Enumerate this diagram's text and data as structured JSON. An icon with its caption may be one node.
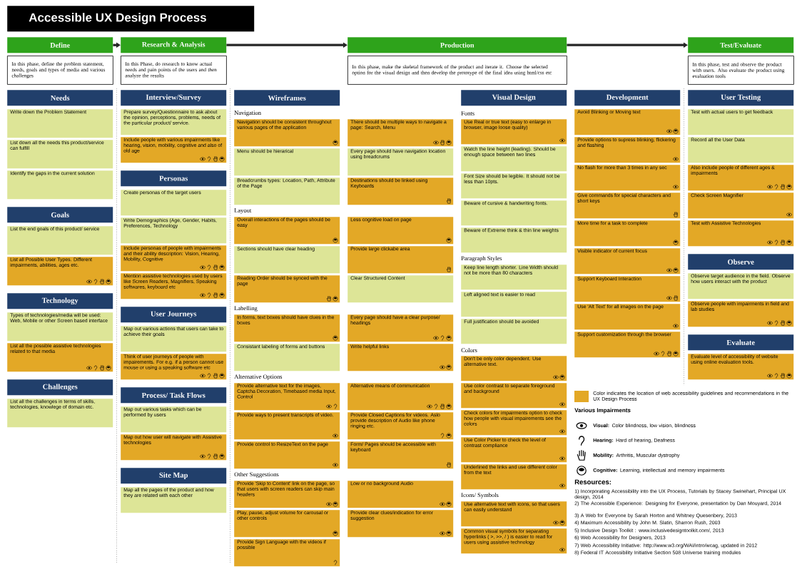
{
  "diagram": {
    "title": "Accessible UX Design Process",
    "nodes": [
      {
        "text": [
          "Define"
        ]
      },
      {
        "text": [
          "In this phase, define the problem statement, needs, goals and types of media and various challenges"
        ]
      },
      {
        "text": [
          "Research & Analysis"
        ]
      },
      {
        "text": [
          "In this Phase, do research to know actual needs and pain points of the users and then analyze the results"
        ]
      },
      {
        "text": [
          "Production"
        ]
      },
      {
        "text": [
          "In this phase, make the skeletal framework of the product and iterate it. Choose the selected option for the visual design and then develop the prototype of the final idea using html/css etc"
        ]
      },
      {
        "text": [
          "Test/Evaluate"
        ]
      },
      {
        "text": [
          "In this phase, test and observe the product with users. Also evaluate the product using evaluation tools"
        ]
      },
      {
        "text": [
          "Needs"
        ]
      },
      {
        "text": [
          "Write down the Problem Statement"
        ]
      },
      {
        "text": [
          "List down all the needs this product/service can fulfill"
        ]
      },
      {
        "text": [
          "Identify the gaps in the current solution"
        ]
      },
      {
        "text": [
          "Goals"
        ]
      },
      {
        "text": [
          "List the end goals of this product/ service"
        ]
      },
      {
        "text": [
          "List all Possible User Types. Different impairments, abilities, ages etc."
        ]
      },
      {
        "text": [
          "Technology"
        ]
      },
      {
        "text": [
          "Types of technologies/media will be used: Web, Mobile or other Screen based interface"
        ]
      },
      {
        "text": [
          "List all the possible assistive technologies related to that media"
        ]
      },
      {
        "text": [
          "Challenges"
        ]
      },
      {
        "text": [
          "List all the challenges in terms of skills, technologies, knowlege of domain etc."
        ]
      },
      {
        "text": [
          "Interview/Survey"
        ]
      },
      {
        "text": [
          "Prepare survey/Questionnaire to ask about the opinion, perceptions, problems, needs of the particular product/ service."
        ]
      },
      {
        "text": [
          "Include people with various impairments like hearing, vision, mobility, cognitive and also of old age"
        ]
      },
      {
        "text": [
          "Personas"
        ]
      },
      {
        "text": [
          "Create personas of the target users"
        ]
      },
      {
        "text": [
          "Write Demographics (Age, Gender, Habits, Preferences, Technology"
        ]
      },
      {
        "text": [
          "Include personas of people with impairments and their ability description: Vision, Hearing, Mobility, Cognitive"
        ]
      },
      {
        "text": [
          "Mention assistive technologies used by users like Screen Readers, Magnifiers, Speaking softwares, keyboard etc"
        ]
      },
      {
        "text": [
          "User Journeys"
        ]
      },
      {
        "text": [
          "Map out various actions that users can take to achieve their goals"
        ]
      },
      {
        "text": [
          "Think of user journeys of people with impairements. For e.g. if a person cannot use mouse or using a speaking software etc"
        ]
      },
      {
        "text": [
          "Process/ Task Flows"
        ]
      },
      {
        "text": [
          "Map out various tasks which can be performed by users"
        ]
      },
      {
        "text": [
          "Map out how user will navigate with Assistive technologies"
        ]
      },
      {
        "text": [
          "Site Map"
        ]
      },
      {
        "text": [
          "Map all the pages of the product and how they are related with each other"
        ]
      },
      {
        "text": [
          "Wireframes"
        ]
      },
      {
        "text": [
          "Navigation should be consistent throughout various pages of the application"
        ]
      },
      {
        "text": [
          "There should be multiple ways to navigate a page: Search, Menu"
        ]
      },
      {
        "text": [
          "Menu should be hierarical"
        ]
      },
      {
        "text": [
          "Every page should have navigation location using breadcrums"
        ]
      },
      {
        "text": [
          "Breadcrumbs types: Location, Path, Attribute of the Page"
        ]
      },
      {
        "text": [
          "Destinations should be linked using Keyboards"
        ]
      },
      {
        "text": [
          "Overall interactions of the pages should be easy"
        ]
      },
      {
        "text": [
          "Less cognitive load on page"
        ]
      },
      {
        "text": [
          "Sections should have clear heading"
        ]
      },
      {
        "text": [
          "Provide large clickabe area"
        ]
      },
      {
        "text": [
          "Reading Order should be synced with the page"
        ]
      },
      {
        "text": [
          "Clear Structured Content"
        ]
      },
      {
        "text": [
          "In forms, text boxes should have clues in the boxes"
        ]
      },
      {
        "text": [
          "Every page should have a clear purpose/ headings"
        ]
      },
      {
        "text": [
          "Consistant labeling of forms and buttons"
        ]
      },
      {
        "text": [
          "Write helpful links"
        ]
      },
      {
        "text": [
          "Provide alternative text for the images, Captcha Decoration, Timebased media Input, Control"
        ]
      },
      {
        "text": [
          "Alternative means of communication"
        ]
      },
      {
        "text": [
          "Provide ways to present transcripts of video."
        ]
      },
      {
        "text": [
          "Provide Closed Captions for videos. Aslo provide description of Audio like phone ringing etc."
        ]
      },
      {
        "text": [
          "Provide control to ResizeText on the page"
        ]
      },
      {
        "text": [
          "Form/ Pages should be accessible with keyboard"
        ]
      },
      {
        "text": [
          "Provide 'Skip to Content' link on the page, so that users with screen readers can skip main headers"
        ]
      },
      {
        "text": [
          "Low or no background Audio"
        ]
      },
      {
        "text": [
          "Play, pause, adjust volume for carousal or other controls"
        ]
      },
      {
        "text": [
          "Provide clear clues/indication for error suggestion"
        ]
      },
      {
        "text": [
          "Provide Sign Language with the videos if possible"
        ]
      },
      {
        "text": [
          "Visual Design"
        ]
      },
      {
        "text": [
          "Use Real or true text (easy to enlarge in browser, image loose quality)"
        ]
      },
      {
        "text": [
          "Watch the line height (leading). Should be enough space between two lines"
        ]
      },
      {
        "text": [
          "Font Size should be legible. It should not be less than 10pts."
        ]
      },
      {
        "text": [
          "Beware of cursive & handwriting fonts."
        ]
      },
      {
        "text": [
          "Beware of Extreme think & thin line weights"
        ]
      },
      {
        "text": [
          "Keep line length shorter. Line Width should not be more than 80 characters"
        ]
      },
      {
        "text": [
          "Left aligned text is easier to read"
        ]
      },
      {
        "text": [
          "Full justification should be avoided"
        ]
      },
      {
        "text": [
          "Don't be only color dependent. Use alternative text."
        ]
      },
      {
        "text": [
          "Use color contrast to separate foreground and background"
        ]
      },
      {
        "text": [
          "Check colors for impairments option to check how people with visual impairements see the colors"
        ]
      },
      {
        "text": [
          "Use Color Picker to check the level of contrast compliance"
        ]
      },
      {
        "text": [
          "Underlined the links and use different color from the text"
        ]
      },
      {
        "text": [
          "Use alternative text with icons, so that users can easily understand"
        ]
      },
      {
        "text": [
          "Common visual symbols for separating hyperlinks ( >, >>, / ) is easier to read for users using assistive technology"
        ]
      },
      {
        "text": [
          "Development"
        ]
      },
      {
        "text": [
          "Avoid Blinking or Moving text"
        ]
      },
      {
        "text": [
          "Provide options to supress blinking, flickering and flashing"
        ]
      },
      {
        "text": [
          "No flash for more than 3 times in any sec"
        ]
      },
      {
        "text": [
          "Give commands for special characters and short keys"
        ]
      },
      {
        "text": [
          "More time for a task to complete"
        ]
      },
      {
        "text": [
          "Visible indicator of current focus"
        ]
      },
      {
        "text": [
          "Support Keyboard Interaction"
        ]
      },
      {
        "text": [
          "Use 'Alt Text' for all images on the page"
        ]
      },
      {
        "text": [
          "Support customization through the browser"
        ]
      },
      {
        "text": [
          "User Testing"
        ]
      },
      {
        "text": [
          "Test with actual users to get feedback"
        ]
      },
      {
        "text": [
          "Record all the User Data"
        ]
      },
      {
        "text": [
          "Also include people of different ages & impairments"
        ]
      },
      {
        "text": [
          "Check Screen Magnifier"
        ]
      },
      {
        "text": [
          "Test with Assistive Technologies"
        ]
      },
      {
        "text": [
          "Observe"
        ]
      },
      {
        "text": [
          "Observe target audience in the field. Observe how users interact with the product"
        ]
      },
      {
        "text": [
          "Observe people with impairments in field and lab studies"
        ]
      },
      {
        "text": [
          "Evaluate"
        ]
      },
      {
        "text": [
          "Evaluate level of accessibility of website using online evaluation tools."
        ]
      }
    ],
    "edges": [
      {
        "from": 0,
        "to": 2,
        "arrow": "to"
      },
      {
        "from": 2,
        "to": 4,
        "arrow": "to"
      },
      {
        "from": 4,
        "to": 6,
        "arrow": "to"
      }
    ],
    "labels": [
      "Navigation",
      "Layout",
      "Labelling",
      "Alternative Options",
      "Other Suggestions",
      "Fonts",
      "Paragraph Styles",
      "Colors",
      "Icons/ Symbols",
      "Various Impairments",
      "Resources:",
      "1) Incorporating Accessibility into the UX Process, Tutorials by Stacey Swinehart, Principal UX design, 2014",
      "2) The Accessible Experience: Designing for Everyone, presentation by Dan Mouyard, 2014",
      "3) A Web for Everyone by Sarah Horton and Whitney Quesenbery, 2013",
      "4) Maximum Accessibility by John M. Slatin, Sharron Rush, 2003",
      "5) Inclusive Design Toolkit : www.inclusivedesigntoolkit.com/, 2013",
      "6) Web Accessibility for Designers, 2013",
      "7) Web Accessibility Initiative: http://www.w3.org/WAI/intro/wcag, updated in 2012",
      "8) Federal IT Accessibility Initiative Section 508 Universe training modules"
    ],
    "legend": [
      {
        "text": "Color indicates the location of web accessibility guidelines and recommendations in the UX Design Process",
        "color": "#e3a826"
      },
      {
        "text": "**Visual:** Color blindness, low vision, blindness"
      },
      {
        "text": "**Hearing:** Hard of hearing, Deafness"
      },
      {
        "text": "**Mobility:** Arthritis, Muscular dystrophy"
      },
      {
        "text": "**Cognitive:** Learning, intellectual and memory impairments"
      }
    ]
  }
}
